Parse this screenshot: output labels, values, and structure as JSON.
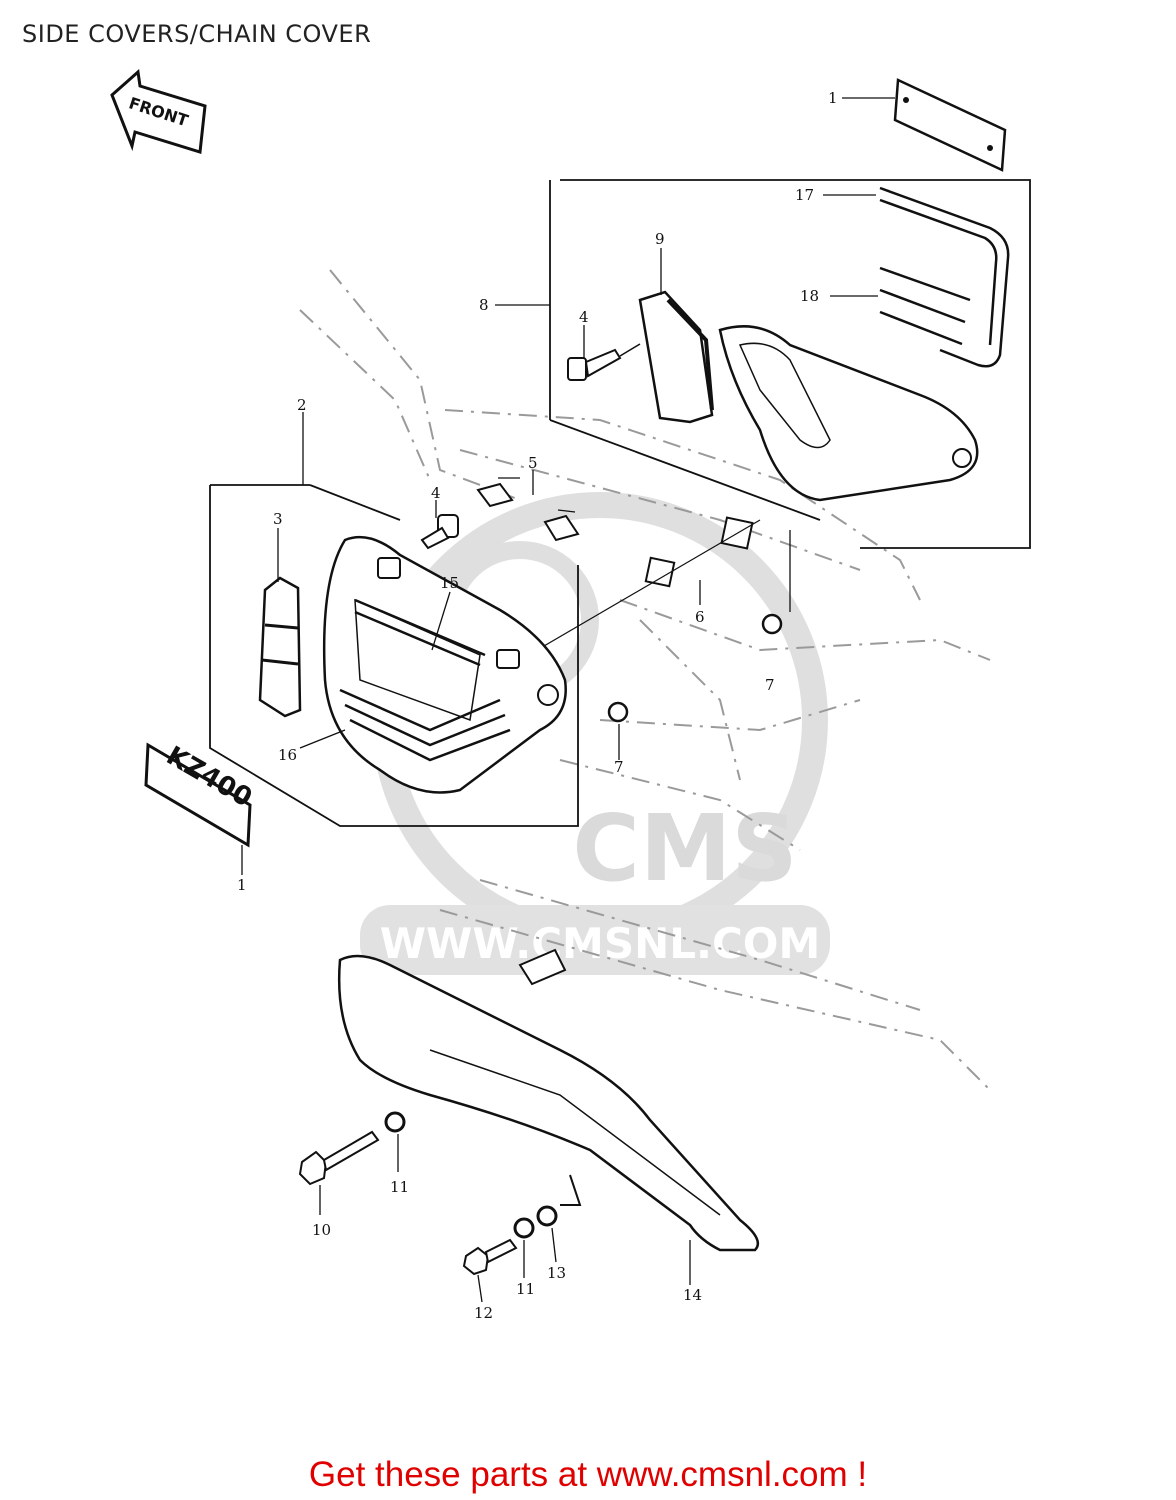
{
  "title": "SIDE COVERS/CHAIN COVER",
  "front_arrow": {
    "label": "FRONT"
  },
  "kz_emblem": {
    "text": "KZ400"
  },
  "watermark": {
    "logo": "CMS",
    "url": "WWW.CMSNL.COM",
    "color": "#d8d8d8"
  },
  "callouts": {
    "c1a": "1",
    "c1b": "1",
    "c2": "2",
    "c3": "3",
    "c4a": "4",
    "c4b": "4",
    "c5": "5",
    "c6": "6",
    "c7a": "7",
    "c7b": "7",
    "c8": "8",
    "c9": "9",
    "c10": "10",
    "c11a": "11",
    "c11b": "11",
    "c12": "12",
    "c13": "13",
    "c14": "14",
    "c15": "15",
    "c16": "16",
    "c17": "17",
    "c18": "18"
  },
  "footer": {
    "text": "Get these parts at www.cmsnl.com !",
    "color": "#e00000"
  },
  "colors": {
    "line": "#1a1a1a",
    "frame": "#9a9a9a"
  }
}
